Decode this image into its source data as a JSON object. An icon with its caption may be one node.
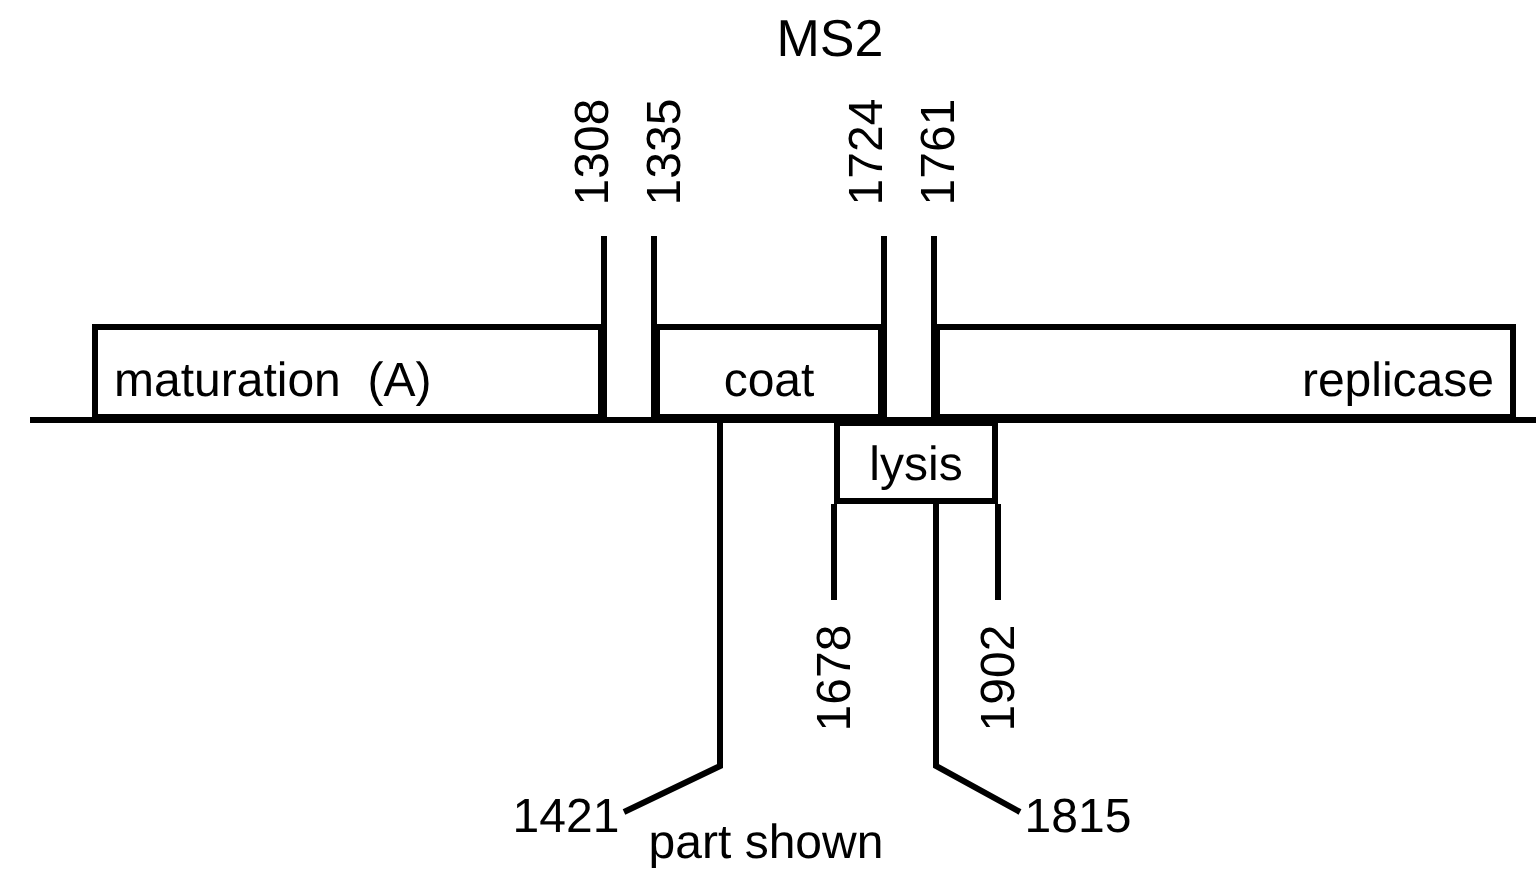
{
  "diagram": {
    "title": "MS2",
    "nodes": [
      {
        "text": [
          "maturation  (A)"
        ]
      },
      {
        "text": [
          "coat"
        ]
      },
      {
        "text": [
          "replicase"
        ]
      },
      {
        "text": [
          "lysis"
        ]
      },
      {
        "text": [
          "1421"
        ]
      },
      {
        "text": [
          "1815"
        ]
      }
    ],
    "edges": [
      {
        "from": 4,
        "to": 1,
        "arrow": "none"
      },
      {
        "from": 5,
        "to": 3,
        "arrow": "none"
      }
    ],
    "labels": [
      "1308",
      "1335",
      "1724",
      "1761",
      "1678",
      "1902",
      "part shown"
    ]
  }
}
